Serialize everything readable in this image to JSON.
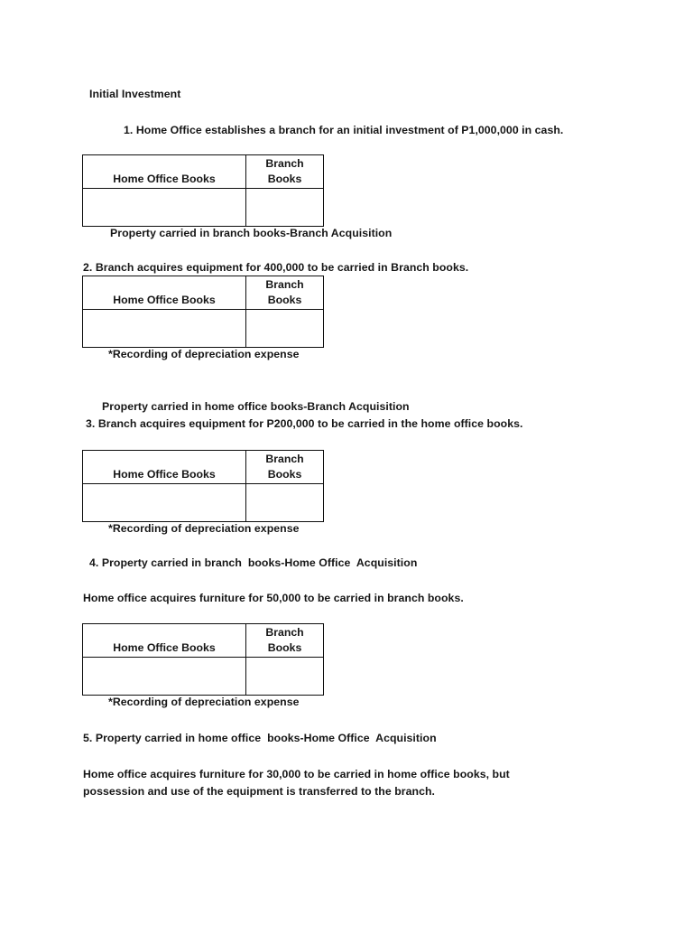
{
  "document": {
    "title": "Initial Investment",
    "table_headers": {
      "home_office_books": "Home Office Books",
      "branch_books_line1": "Branch",
      "branch_books_line2": "Books"
    },
    "sections": [
      {
        "id": "section-1",
        "heading": "Initial Investment",
        "item": "1. Home Office establishes a branch for an initial investment of P1,000,000 in cash.",
        "caption": "Property carried in branch books-Branch Acquisition"
      },
      {
        "id": "section-2",
        "item": "2. Branch acquires equipment for 400,000 to be carried in Branch books.",
        "note": "*Recording of depreciation expense",
        "caption": "Property carried in home office books-Branch Acquisition"
      },
      {
        "id": "section-3",
        "item": "3. Branch acquires equipment for P200,000 to be carried in the home office books.",
        "note": "*Recording of depreciation expense"
      },
      {
        "id": "section-4",
        "heading": "4. Property carried in branch  books-Home Office  Acquisition",
        "item": "Home office acquires furniture for 50,000 to be carried in branch books.",
        "note": "*Recording of depreciation expense"
      },
      {
        "id": "section-5",
        "heading": "5. Property carried in home office  books-Home Office  Acquisition",
        "item": "Home office acquires furniture for 30,000 to be carried in home office books, but possession and use of the equipment is transferred to the branch."
      }
    ]
  }
}
